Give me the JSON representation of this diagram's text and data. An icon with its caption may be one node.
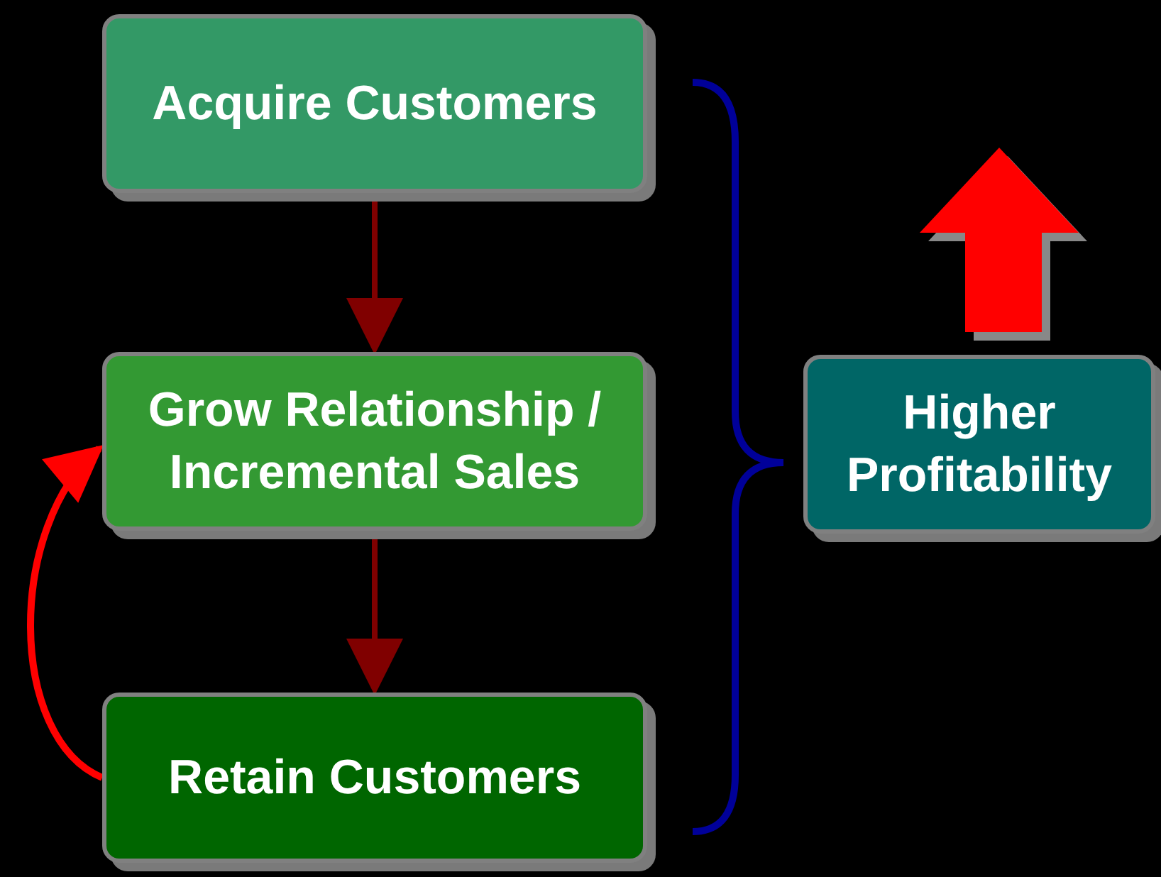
{
  "diagram": {
    "nodes": [
      {
        "text": [
          "Acquire Customers"
        ]
      },
      {
        "text": [
          "Grow Relationship / Incremental Sales"
        ]
      },
      {
        "text": [
          "Retain Customers"
        ]
      },
      {
        "text": [
          "Higher Profitability"
        ]
      }
    ],
    "edges": [
      {
        "from": 0,
        "to": 1,
        "arrow": "to"
      },
      {
        "from": 1,
        "to": 2,
        "arrow": "to"
      },
      {
        "from": 2,
        "to": 1,
        "arrow": "to",
        "color": "#ff0000"
      }
    ]
  }
}
